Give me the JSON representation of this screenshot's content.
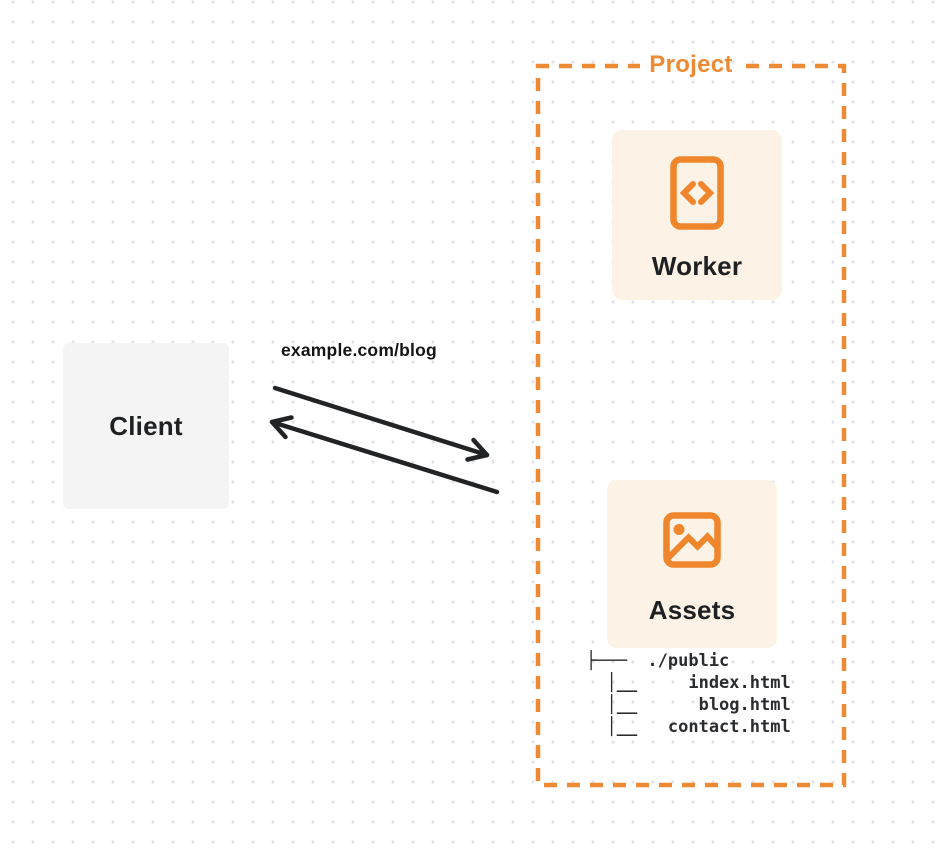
{
  "client": {
    "label": "Client"
  },
  "request": {
    "url_label": "example.com/blog"
  },
  "project": {
    "label": "Project",
    "nodes": {
      "worker": {
        "label": "Worker",
        "icon": "code-document-icon"
      },
      "assets": {
        "label": "Assets",
        "icon": "image-icon"
      }
    },
    "file_tree": "├───  ./public\n  │__     index.html\n  │__      blog.html\n  │__   contact.html"
  },
  "arrows": {
    "request_direction": "client-to-project",
    "response_direction": "project-to-client"
  },
  "colors": {
    "accent_orange": "#ed8a33",
    "panel_peach": "#fdf2e6",
    "client_gray": "#f4f4f5",
    "ink": "#1e2022",
    "background_dot": "#e3e3e7"
  }
}
